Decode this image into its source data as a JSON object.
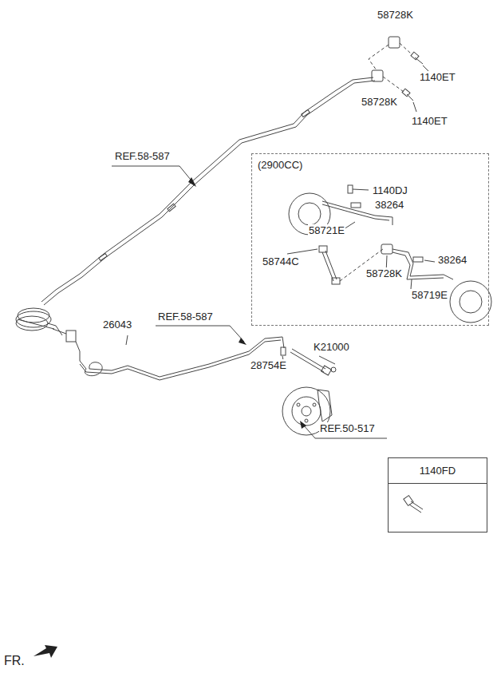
{
  "diagram": {
    "nodes": [
      {
        "text": [
          "(2900CC)"
        ]
      },
      {
        "text": [
          "1140FD"
        ]
      }
    ],
    "labels": [
      "58728K",
      "1140ET",
      "58728K",
      "1140ET",
      "REF.58-587",
      "1140DJ",
      "38264",
      "58721E",
      "58744C",
      "58728K",
      "38264",
      "58719E",
      "26043",
      "REF.58-587",
      "K21000",
      "28754E",
      "REF.50-517",
      "FR."
    ]
  }
}
